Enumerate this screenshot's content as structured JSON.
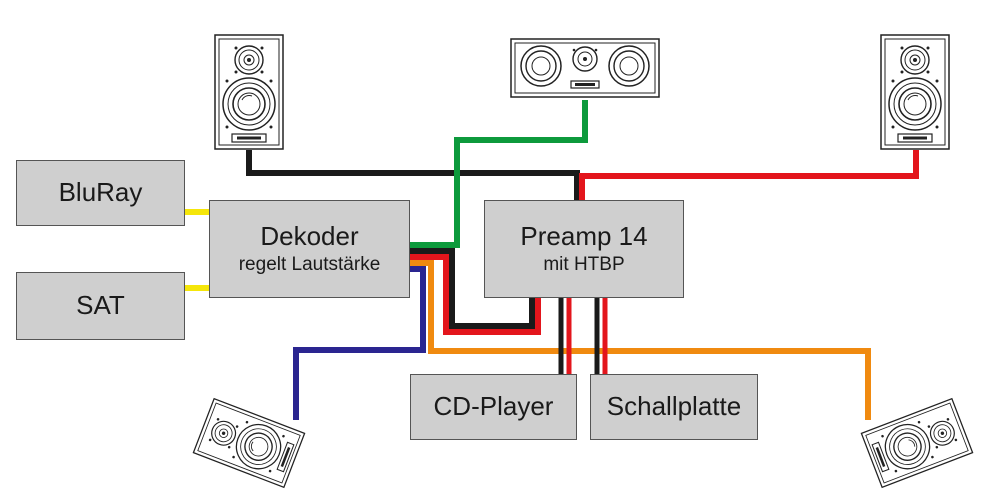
{
  "devices": {
    "bluray": {
      "label": "BluRay"
    },
    "sat": {
      "label": "SAT"
    },
    "decoder": {
      "label": "Dekoder",
      "sublabel": "regelt Lautstärke"
    },
    "preamp": {
      "label": "Preamp 14",
      "sublabel": "mit HTBP"
    },
    "cd_player": {
      "label": "CD-Player"
    },
    "record_player": {
      "label": "Schallplatte"
    }
  },
  "cable_colors": {
    "yellow": "#f5e60a",
    "black": "#1a1a1a",
    "red": "#e3151c",
    "green": "#0d9a3c",
    "orange": "#f08a10",
    "blue": "#2a2590"
  },
  "speakers": [
    {
      "icon": "front-left-speaker-icon"
    },
    {
      "icon": "center-speaker-icon"
    },
    {
      "icon": "front-right-speaker-icon"
    },
    {
      "icon": "rear-left-speaker-icon"
    },
    {
      "icon": "rear-right-speaker-icon"
    }
  ]
}
